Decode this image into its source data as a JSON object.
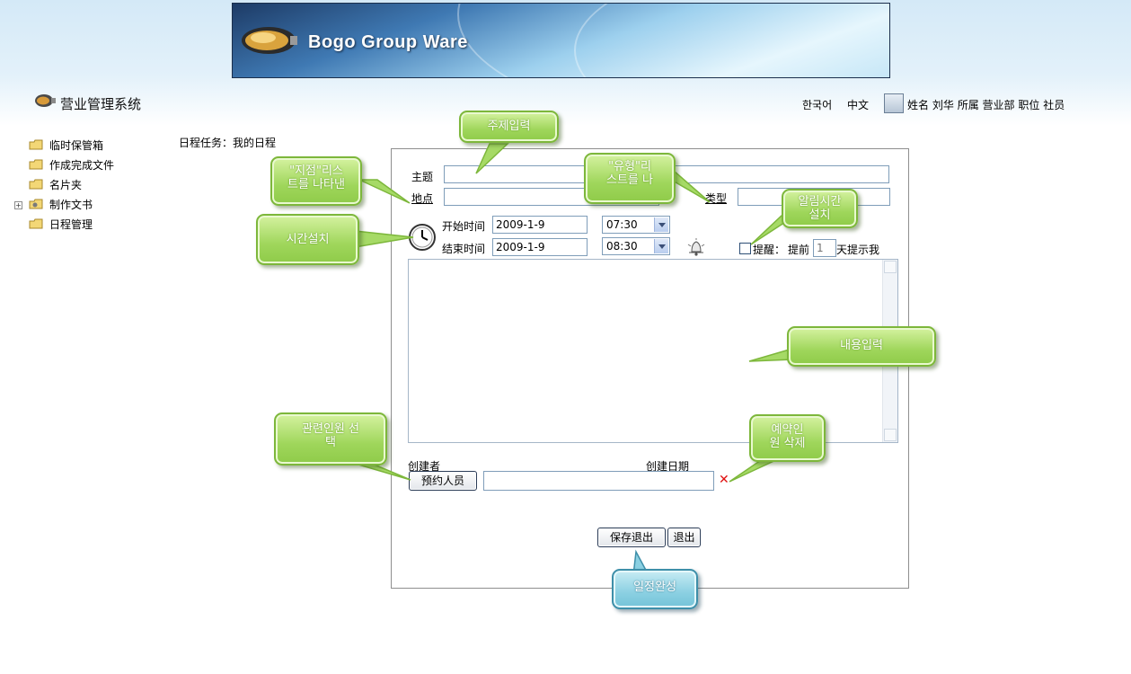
{
  "banner": {
    "title": "Bogo Group Ware"
  },
  "system": {
    "title": "营业管理系统"
  },
  "header": {
    "lang_korean": "한국어",
    "lang_chinese": "中文",
    "name_label": "姓名",
    "name_value": "刘华",
    "dept_label": "所属",
    "dept_value": "营业部",
    "position_label": "职位",
    "position_value": "社员"
  },
  "sidebar": {
    "items": [
      {
        "label": "临时保管箱"
      },
      {
        "label": "作成完成文件"
      },
      {
        "label": "名片夹"
      },
      {
        "label": "制作文书"
      },
      {
        "label": "日程管理"
      }
    ]
  },
  "breadcrumb": "日程任务：我的日程",
  "form": {
    "subject_label": "主题",
    "subject_value": "",
    "location_label": "地点",
    "location_value": "",
    "type_label": "类型",
    "type_value": "",
    "start_label": "开始时间",
    "start_date": "2009-1-9",
    "start_time": "07:30",
    "end_label": "结束时间",
    "end_date": "2009-1-9",
    "end_time": "08:30",
    "remind_label": "提醒：",
    "remind_prefix": "提前",
    "remind_days_placeholder": "1",
    "remind_suffix": "天提示我",
    "content_value": "",
    "creator_label": "创建者",
    "created_date_label": "创建日期",
    "reserve_button": "预约人员",
    "reserve_value": "",
    "delete_mark": "✕",
    "save_button": "保存退出",
    "exit_button": "退出"
  },
  "callouts": {
    "subject": "주제입력",
    "location_line1": "\"지점\"리스",
    "location_line2": "트를 나타낸",
    "type_line1": "\"유형\"리",
    "type_line2": "스트를 나",
    "alarm_line1": "알림시간",
    "alarm_line2": "설치",
    "time": "시간설치",
    "content": "내용입력",
    "people_line1": "관련인원 선",
    "people_line2": "택",
    "delete_line1": "예약인",
    "delete_line2": "원 삭제",
    "complete": "일정완성"
  },
  "colors": {
    "callout_green": "#9fd65b",
    "callout_blue": "#8bd0e2",
    "delete_red": "#e01010",
    "input_border": "#7f9db9"
  }
}
